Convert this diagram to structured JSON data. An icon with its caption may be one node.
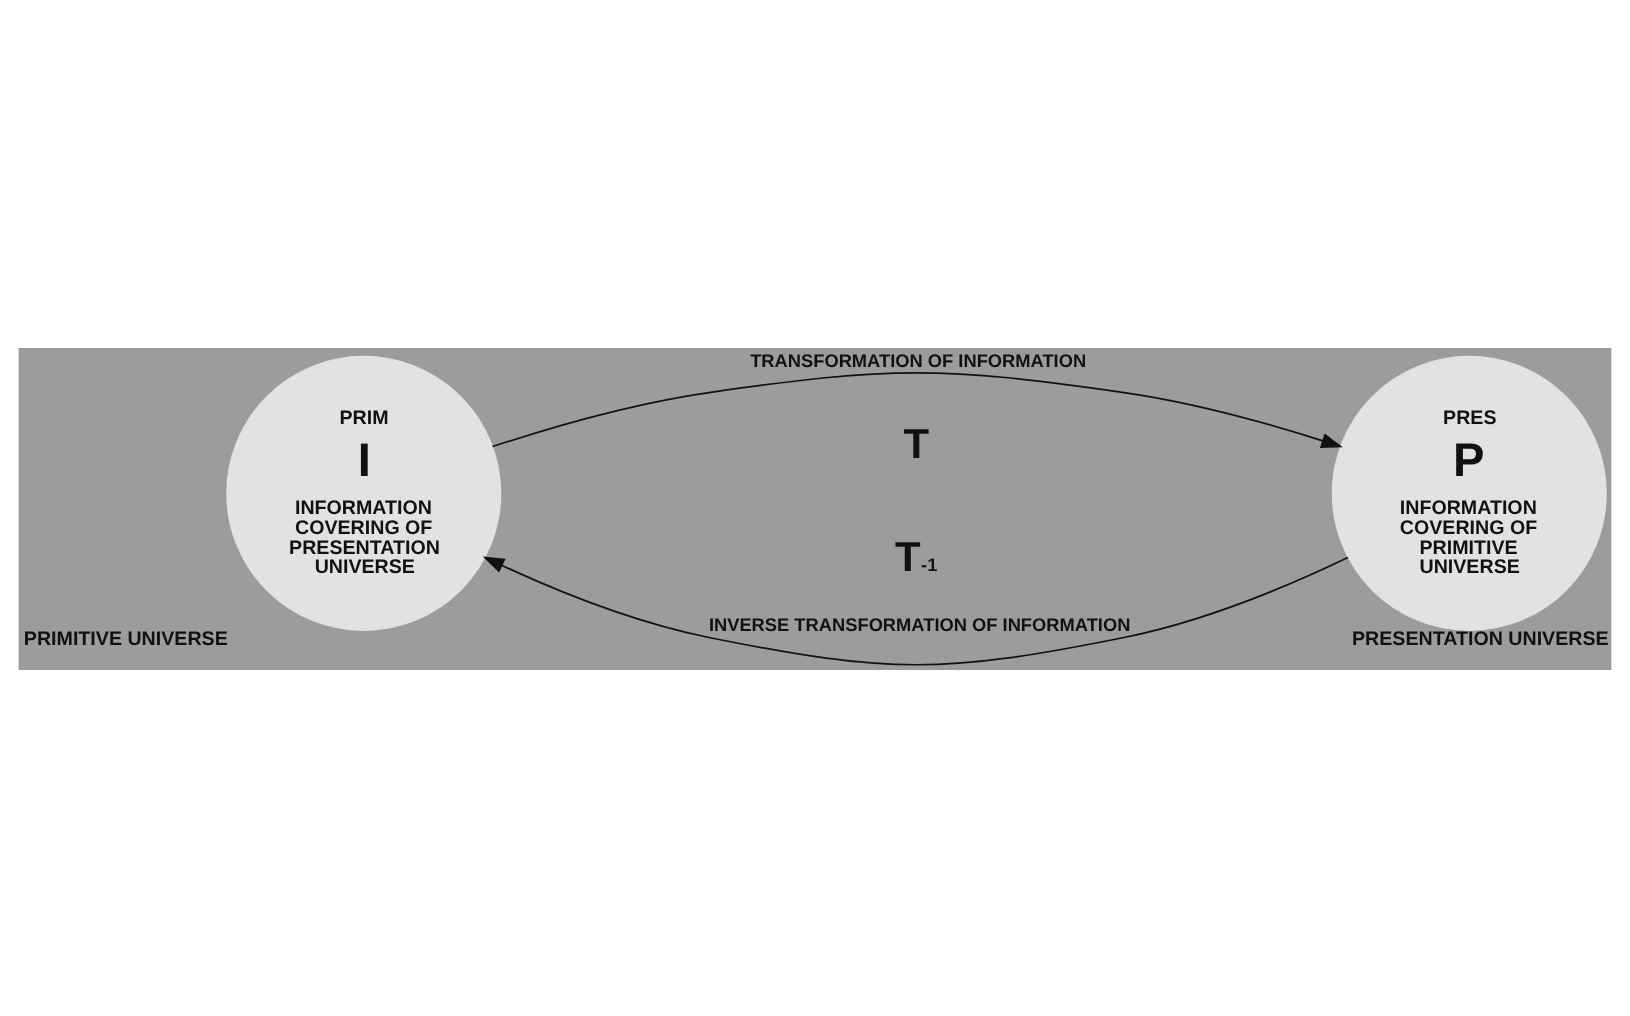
{
  "diagram": {
    "nodes": [
      {
        "text": [
          "PRIM",
          "I",
          "INFORMATION COVERING OF PRESENTATION UNIVERSE"
        ],
        "beside": [
          "PRIMITIVE UNIVERSE"
        ]
      },
      {
        "text": [
          "PRES",
          "P",
          "INFORMATION COVERING OF PRIMITIVE UNIVERSE"
        ],
        "beside": [
          "PRESENTATION UNIVERSE"
        ]
      }
    ],
    "edges": [
      {
        "from": 0,
        "to": 1,
        "arrow": "to",
        "label": "TRANSFORMATION OF INFORMATION"
      },
      {
        "from": 1,
        "to": 0,
        "arrow": "to",
        "label": "INVERSE TRANSFORMATION OF INFORMATION"
      }
    ],
    "labels": [
      "T",
      "T$^{-1}$"
    ]
  }
}
